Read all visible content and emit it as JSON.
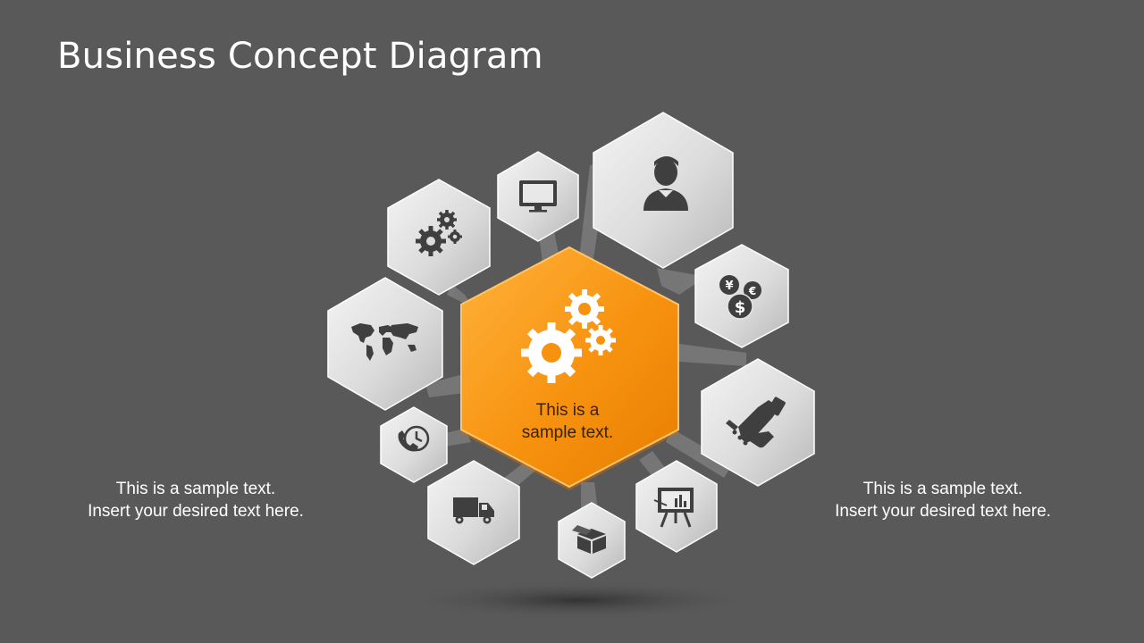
{
  "slide": {
    "title": "Business Concept Diagram",
    "left_text": {
      "line1": "This is a sample text.",
      "line2": "Insert your desired text here."
    },
    "right_text": {
      "line1": "This is a sample text.",
      "line2": "Insert your desired text here."
    }
  },
  "center_hub": {
    "icon": "gears-icon",
    "text_line1": "This is a",
    "text_line2": "sample text.",
    "color": "#f7920f"
  },
  "satellites": [
    {
      "icon": "monitor-icon"
    },
    {
      "icon": "businessman-icon"
    },
    {
      "icon": "currency-coins-icon"
    },
    {
      "icon": "handshake-icon"
    },
    {
      "icon": "presentation-board-icon"
    },
    {
      "icon": "package-box-icon"
    },
    {
      "icon": "delivery-truck-icon"
    },
    {
      "icon": "phone-clock-icon"
    },
    {
      "icon": "world-map-icon"
    },
    {
      "icon": "gears-icon"
    }
  ],
  "colors": {
    "background": "#595959",
    "hexagon_light": "#e4e4e4",
    "icon_dark": "#3f3f3f",
    "accent_orange": "#f7920f"
  }
}
